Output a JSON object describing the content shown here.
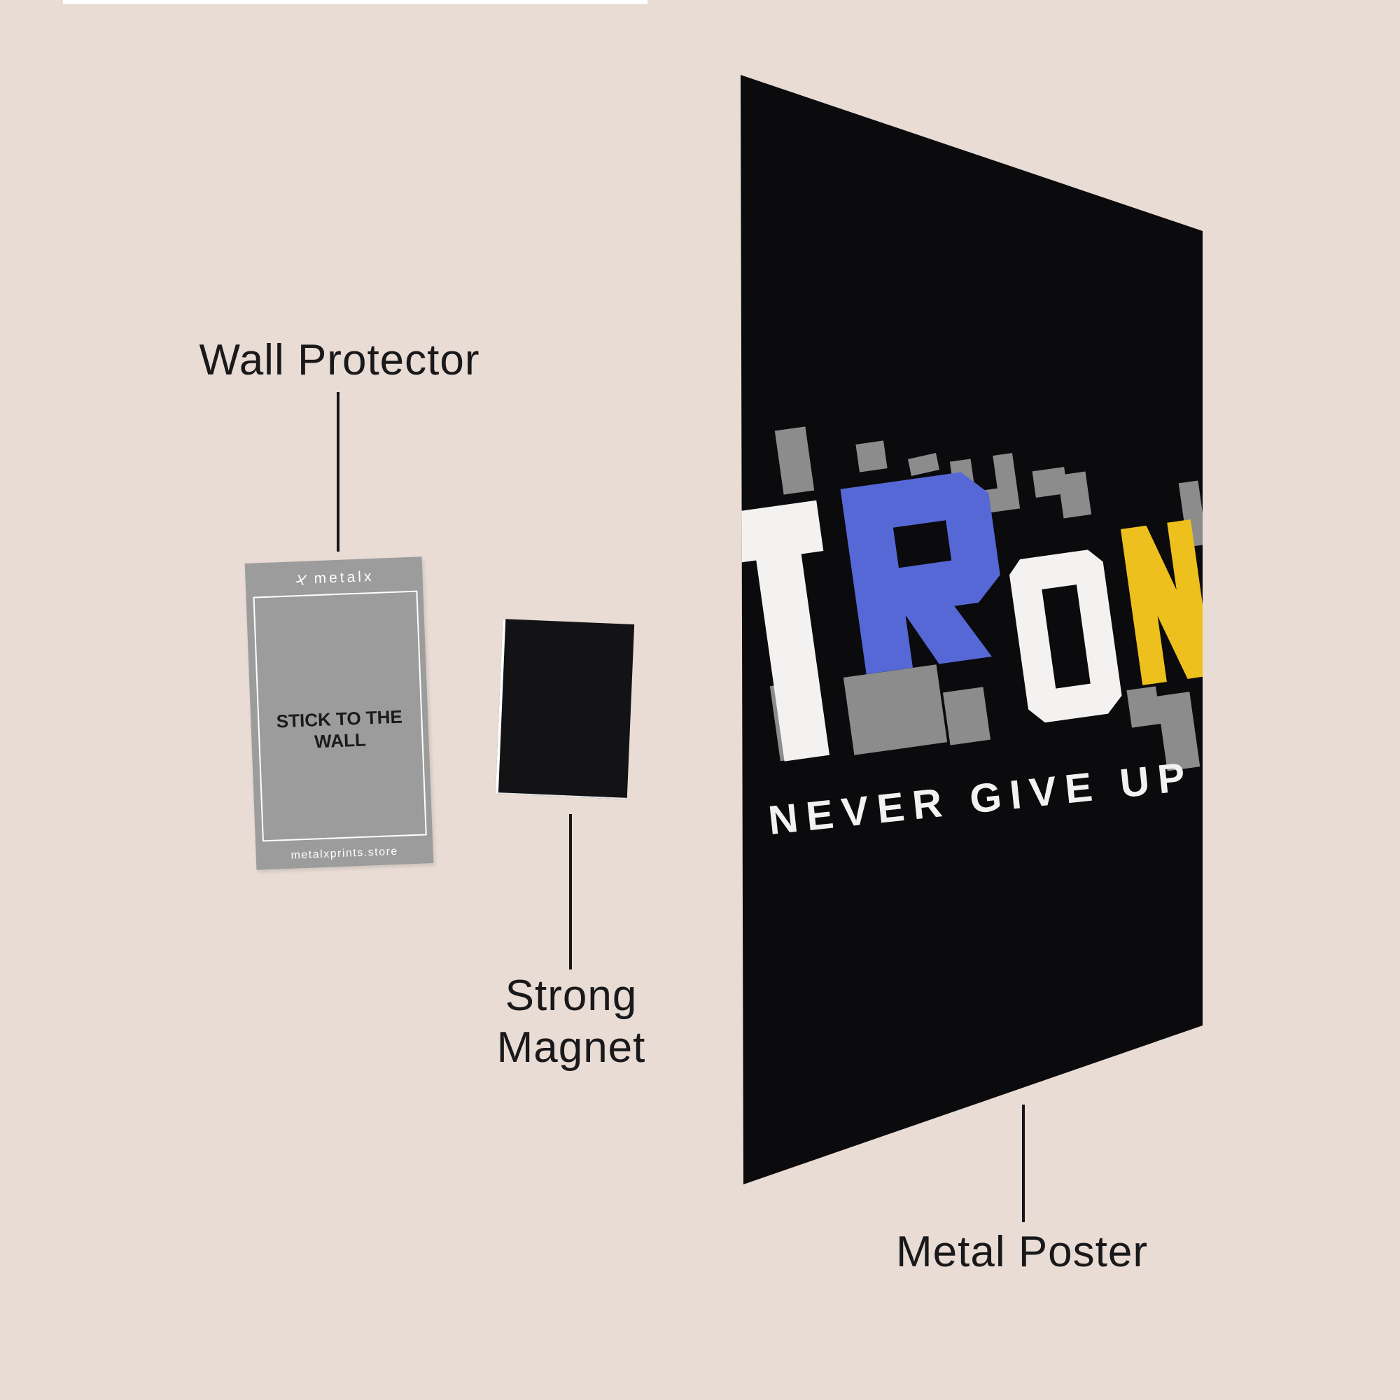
{
  "scene": {
    "background_color": "#e8dcd4",
    "top_strip_color": "#ffffff",
    "leader_line_color": "#161519",
    "label_text_color": "#19181a"
  },
  "annotations": {
    "wall_protector": {
      "label": "Wall Protector"
    },
    "strong_magnet": {
      "label_line1": "Strong",
      "label_line2": "Magnet"
    },
    "metal_poster": {
      "label": "Metal Poster"
    }
  },
  "wall_protector_card": {
    "brand": "metalx",
    "logo_icon": "metalx-mark",
    "center_text": "STICK TO THE WALL",
    "footer_text": "metalxprints.store",
    "colors": {
      "card": "#9c9c9c",
      "border": "#ffffff",
      "center_text": "#1b1b1b",
      "footer_text": "#ffffff"
    }
  },
  "magnet": {
    "colors": {
      "body": "#131215",
      "edge_highlight": "#fdfdfd"
    }
  },
  "poster": {
    "title": "TRON",
    "title_letters": [
      {
        "char": "T",
        "color": "#f3f2f0"
      },
      {
        "char": "R",
        "color": "#5568d6"
      },
      {
        "char": "O",
        "color": "#f3f2f0"
      },
      {
        "char": "N",
        "color": "#edc01d"
      }
    ],
    "subtitle": "NEVER GIVE UP",
    "colors": {
      "background": "#0b0a0c",
      "echo": "#8c8c8c",
      "subtitle": "#f3f2f0"
    }
  }
}
